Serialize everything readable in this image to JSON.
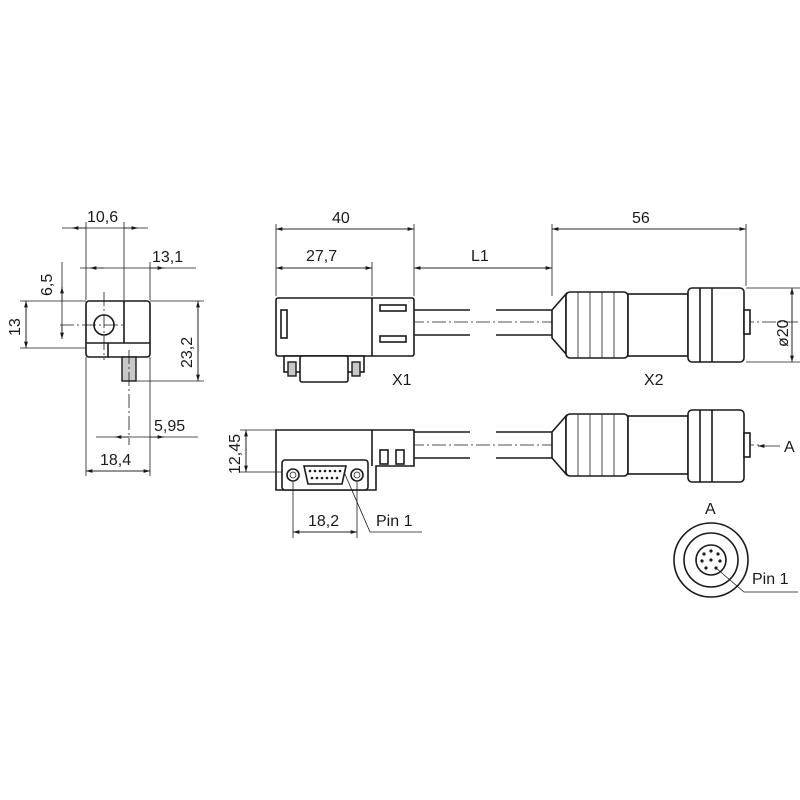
{
  "side_view": {
    "dim_width_top": "10,6",
    "dim_offset": "13,1",
    "dim_hole": "6,5",
    "dim_height": "13",
    "dim_total_height": "23,2",
    "dim_pin_offset": "5,95",
    "dim_width_bottom": "18,4"
  },
  "connector_x1": {
    "dim_length": "40",
    "dim_inner_length": "27,7",
    "dim_height": "12,45",
    "dim_pin_width": "18,2",
    "label": "X1",
    "pin_label": "Pin 1"
  },
  "cable": {
    "length_label": "L1"
  },
  "connector_x2": {
    "dim_length": "56",
    "dim_diameter": "ø20",
    "label": "X2",
    "view_arrow_label": "A"
  },
  "view_a": {
    "title": "A",
    "pin_label": "Pin 1"
  }
}
